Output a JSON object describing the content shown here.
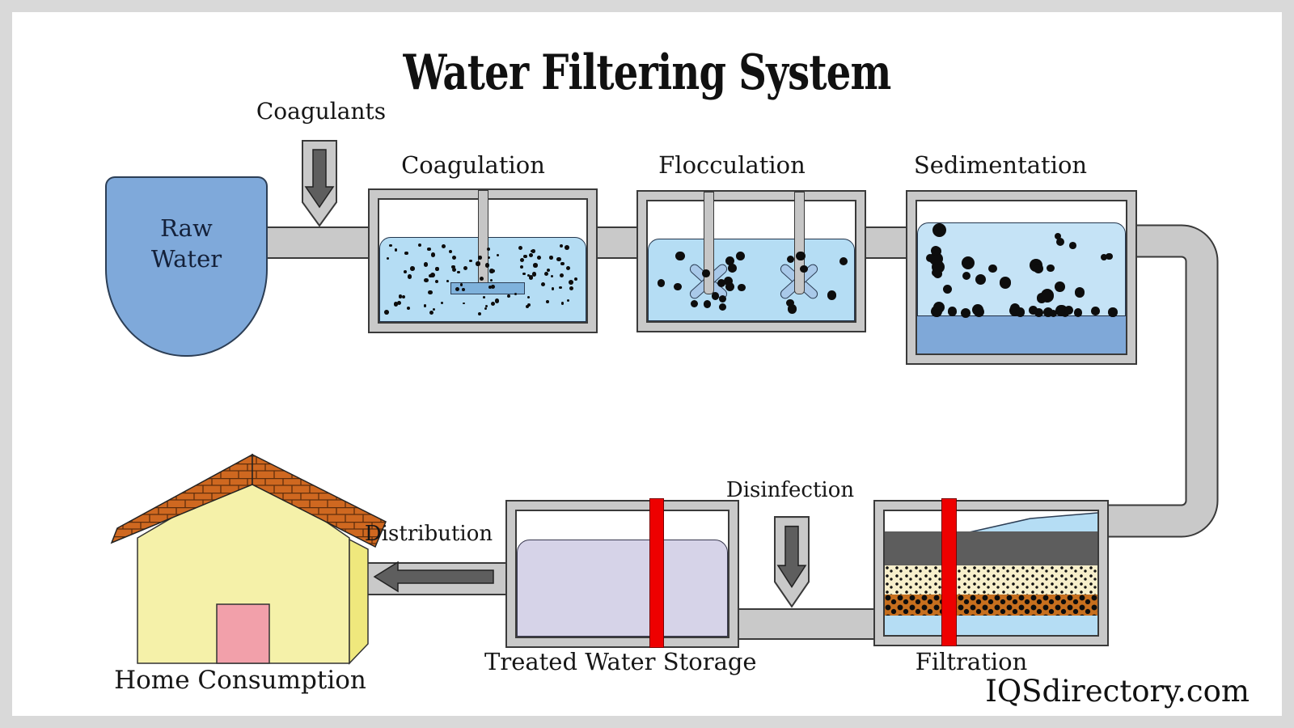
{
  "title": "Water Filtering System",
  "watermark": "IQSdirectory.com",
  "stages": {
    "raw_water": "Raw\nWater",
    "coagulation": "Coagulation",
    "flocculation": "Flocculation",
    "sedimentation": "Sedimentation",
    "filtration": "Filtration",
    "treated_water_storage": "Treated Water Storage",
    "home_consumption": "Home Consumption"
  },
  "annotations": {
    "coagulants": "Coagulants",
    "disinfection": "Disinfection",
    "distribution": "Distribution"
  },
  "colors": {
    "raw_water": "#7fa9da",
    "tank_water": "#b5ddf4",
    "sedimentation_water": "#c5e3f6",
    "sediment": "#7fa8d8",
    "treated_water": "#d6d3e8",
    "filter_dark_layer": "#5d5d5d",
    "filter_sand_layer": "#f7efcb",
    "filter_gravel_layer": "#c76f1e",
    "pipe": "#c9c9c9",
    "pipe_outline": "#3a3a3a",
    "red_pipe": "#ee0000",
    "house_body": "#f5f1a9",
    "house_side": "#efe87d",
    "house_roof": "#cf6820",
    "house_door": "#f2a0aa",
    "arrow_fill": "#5e5e5e",
    "particle": "#0d0d0d"
  },
  "particles": [
    {
      "container": "dots-coagulation",
      "count": 95,
      "rmin": 1.4,
      "rmax": 2.9,
      "seed": 7
    },
    {
      "container": "dots-flocculation",
      "count": 23,
      "rmin": 4.5,
      "rmax": 6.0,
      "seed": 11
    },
    {
      "container": "dots-sed-float",
      "count": 27,
      "rmin": 4.0,
      "rmax": 8.5,
      "seed": 23
    },
    {
      "container": "dots-sed-settled",
      "count": 20,
      "rmin": 4.5,
      "rmax": 7.5,
      "seed": 5,
      "row": true
    }
  ]
}
